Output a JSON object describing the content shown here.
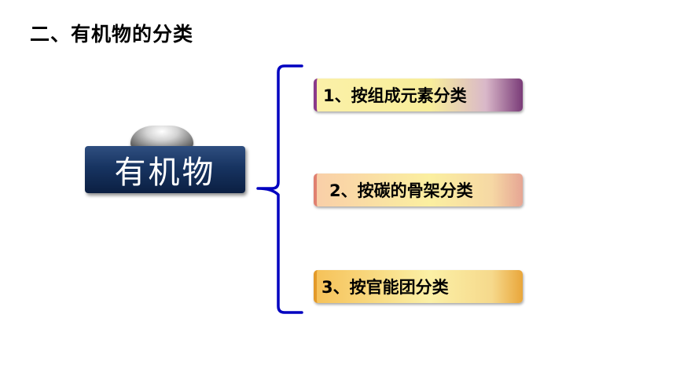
{
  "page": {
    "title": "二、有机物的分类"
  },
  "root": {
    "label": "有机物"
  },
  "branches": [
    {
      "label": "1、按组成元素分类"
    },
    {
      "label": "2、按碳的骨架分类"
    },
    {
      "label": "3、按官能团分类"
    }
  ],
  "colors": {
    "brace": "#0000c0",
    "root_box": "#173461",
    "branch_1_accent": "#8a3a8a",
    "branch_2_accent": "#e08070",
    "branch_3_accent": "#e39a2a"
  }
}
